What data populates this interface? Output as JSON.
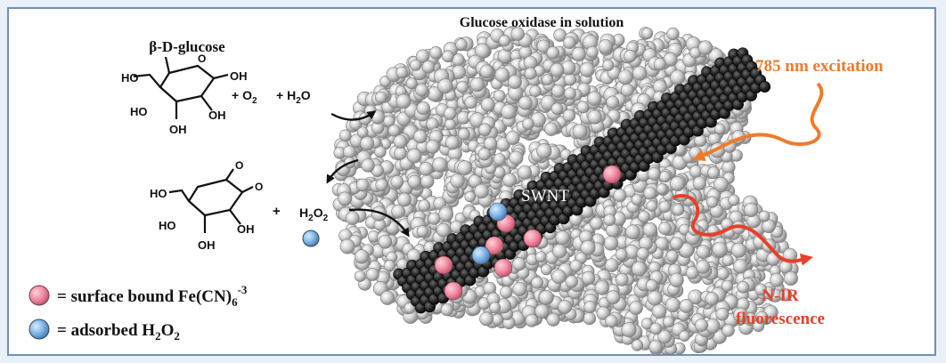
{
  "title": "Glucose oxidase in solution",
  "glucose": {
    "name": "β-D-glucose",
    "reaction": "+ O",
    "o2_sub": "2",
    "water": "+ H",
    "water_sub": "2",
    "water_o": "O",
    "groups": [
      "HO",
      "HO",
      "OH",
      "OH",
      "OH",
      "O"
    ]
  },
  "lactone": {
    "groups": [
      "HO",
      "HO",
      "OH",
      "OH",
      "O",
      "O"
    ],
    "plus": "+",
    "h2o2": "H",
    "h2o2_sub1": "2",
    "h2o2_o": "O",
    "h2o2_sub2": "2"
  },
  "swnt_label": "SWNT",
  "excitation": "785 nm excitation",
  "emission": [
    "N-IR",
    "fluorescence"
  ],
  "legend": {
    "pink_text": "= surface bound Fe(CN)",
    "pink_sub": "6",
    "pink_sup": "-3",
    "blue_text": "= adsorbed H",
    "blue_sub1": "2",
    "blue_o": "O",
    "blue_sub2": "2"
  },
  "colors": {
    "frame": "#6c8fc0",
    "protein": "#c8c8c8",
    "nanotube": "#1c1c1c",
    "ferricyanide": "#f08aa0",
    "peroxide": "#7fb3e6",
    "excitation": "#f07a2c",
    "emission": "#e6402a"
  }
}
